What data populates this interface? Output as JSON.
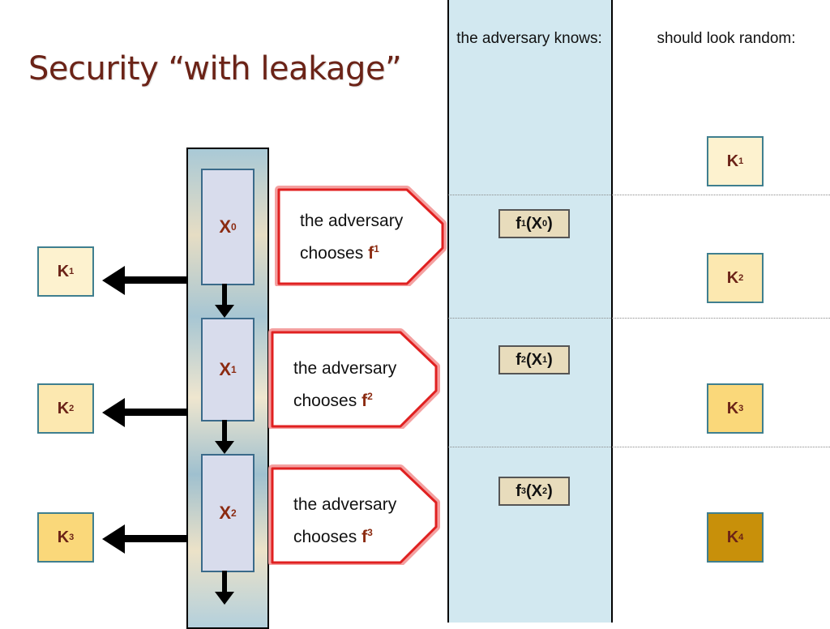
{
  "title": "Security “with leakage”",
  "headers": {
    "adversary_knows": "the adversary knows:",
    "look_random": "should look random:"
  },
  "states": [
    {
      "base": "X",
      "sup": "0"
    },
    {
      "base": "X",
      "sup": "1"
    },
    {
      "base": "X",
      "sup": "2"
    }
  ],
  "left_keys": [
    {
      "base": "K",
      "sup": "1"
    },
    {
      "base": "K",
      "sup": "2"
    },
    {
      "base": "K",
      "sup": "3"
    }
  ],
  "choosers": [
    {
      "line1": "the adversary",
      "line2": "chooses",
      "f": "f",
      "sup": "1"
    },
    {
      "line1": "the adversary",
      "line2": "chooses",
      "f": "f",
      "sup": "2"
    },
    {
      "line1": "the adversary",
      "line2": "chooses",
      "f": "f",
      "sup": "3"
    }
  ],
  "leakage": [
    {
      "f": "f",
      "fsup": "1",
      "open": "(",
      "x": "X",
      "xsup": "0",
      "close": ")"
    },
    {
      "f": "f",
      "fsup": "2",
      "open": "(",
      "x": "X",
      "xsup": "1",
      "close": ")"
    },
    {
      "f": "f",
      "fsup": "3",
      "open": "(",
      "x": "X",
      "xsup": "2",
      "close": ")"
    }
  ],
  "right_keys": [
    {
      "base": "K",
      "sup": "1"
    },
    {
      "base": "K",
      "sup": "2"
    },
    {
      "base": "K",
      "sup": "3"
    },
    {
      "base": "K",
      "sup": "4"
    }
  ],
  "colors": {
    "title": "#6b2317",
    "column_bg": "#d2e8f0",
    "chooser_border": "#e02020",
    "leak_bg": "#e8dcbc",
    "key_pale": "#fdf2cf",
    "key_light": "#fce8b0",
    "key_mid": "#fad87a",
    "key_dark": "#c8900a"
  }
}
